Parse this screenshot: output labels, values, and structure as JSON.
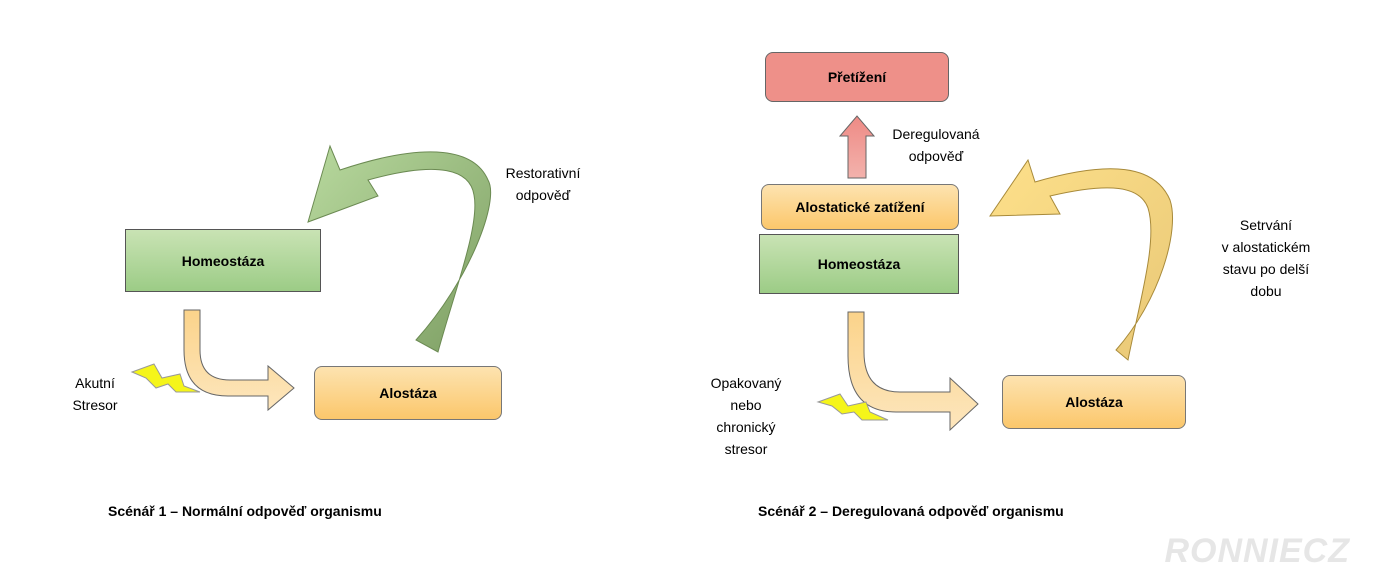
{
  "scenario1": {
    "homeostasis": "Homeostáza",
    "allostasis": "Alostáza",
    "restorative_line1": "Restorativní",
    "restorative_line2": "odpověď",
    "stressor_line1": "Akutní",
    "stressor_line2": "Stresor",
    "caption": "Scénář 1 – Normální odpověď organismu"
  },
  "scenario2": {
    "overload": "Přetížení",
    "deregulated_line1": "Deregulovaná",
    "deregulated_line2": "odpověď",
    "allostatic_load": "Alostatické zatížení",
    "homeostasis": "Homeostáza",
    "allostasis": "Alostáza",
    "persist_line1": "Setrvání",
    "persist_line2": "v alostatickém",
    "persist_line3": "stavu po delší",
    "persist_line4": "dobu",
    "stressor_line1": "Opakovaný",
    "stressor_line2": "nebo",
    "stressor_line3": "chronický",
    "stressor_line4": "stresor",
    "caption": "Scénář 2 – Deregulovaná odpověď organismu"
  },
  "watermark": "RONNIECZ",
  "colors": {
    "green_light": "#c9e3b4",
    "green_dark": "#7a9a60",
    "orange": "#fbc76b",
    "red": "#ee9089",
    "bolt": "#f5f51a"
  }
}
